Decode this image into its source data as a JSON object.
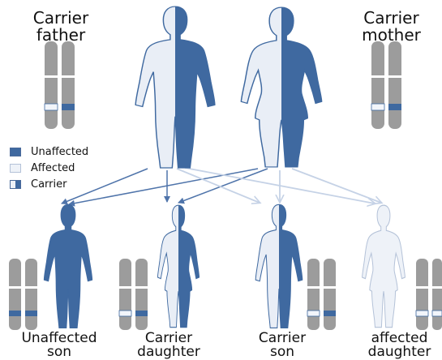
{
  "parents": {
    "father": {
      "line1": "Carrier",
      "line2": "father"
    },
    "mother": {
      "line1": "Carrier",
      "line2": "mother"
    }
  },
  "legend": [
    {
      "label": "Unaffected",
      "swatch": "solid"
    },
    {
      "label": "Affected",
      "swatch": "light"
    },
    {
      "label": "Carrier",
      "swatch": "half"
    }
  ],
  "children": [
    {
      "line1": "Unaffected",
      "line2": "son"
    },
    {
      "line1": "Carrier",
      "line2": "daughter"
    },
    {
      "line1": "Carrier",
      "line2": "son"
    },
    {
      "line1": "affected",
      "line2": "daughter"
    }
  ],
  "colors": {
    "unaffected": "#3f69a0",
    "affected": "#e9eef6",
    "outline": "#3f69a0",
    "chromosome": "#9c9c9c",
    "arrow_dark": "#4f74aa",
    "arrow_light": "#c5d2e6"
  }
}
